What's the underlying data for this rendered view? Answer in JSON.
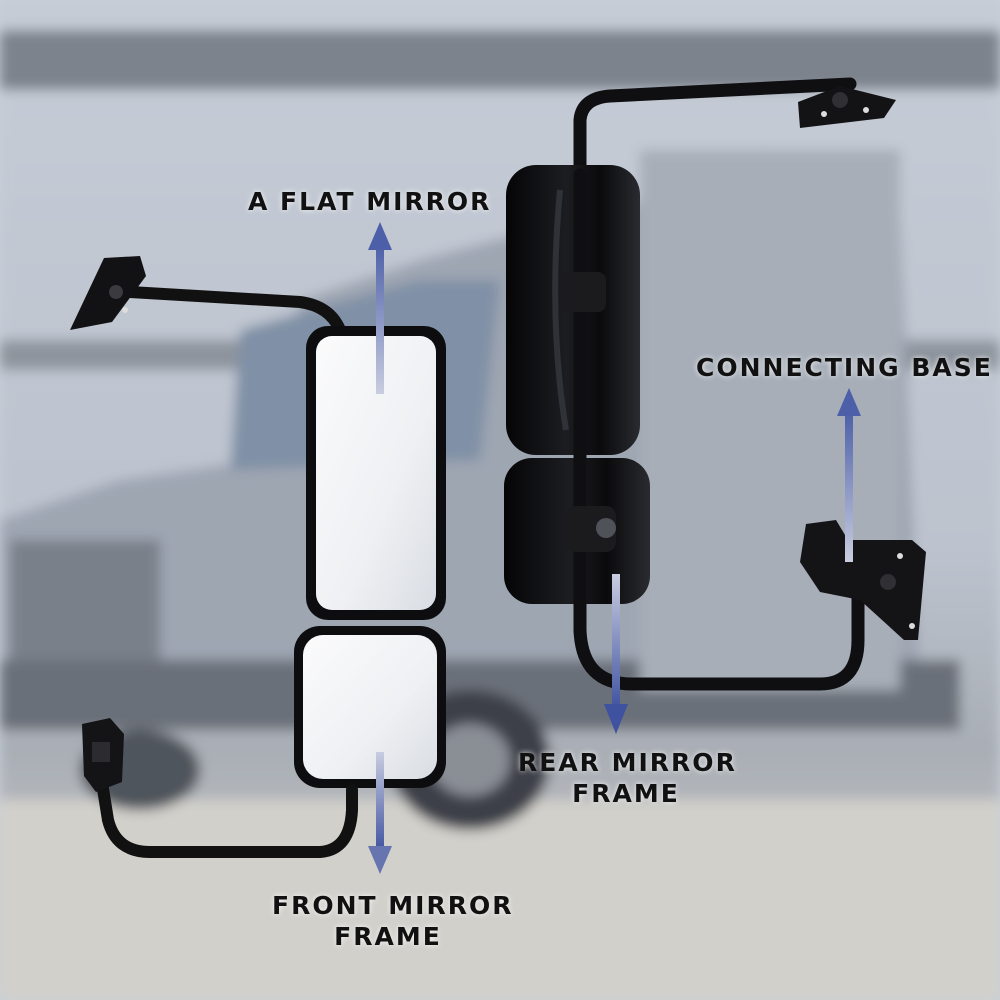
{
  "labels": {
    "flat_mirror": "A FLAT MIRROR",
    "connecting_base": "CONNECTING BASE",
    "rear_frame": {
      "line1": "REAR MIRROR",
      "line2": "FRAME"
    },
    "front_frame": {
      "line1": "FRONT MIRROR",
      "line2": "FRAME"
    }
  },
  "colors": {
    "arrow": "#5b6db0",
    "mirror_body": "#0c0c0e",
    "glass": "#f2f3f5",
    "background_sky": "#c7cdd6"
  },
  "icons": [
    "arrow-up-icon",
    "arrow-down-icon"
  ]
}
